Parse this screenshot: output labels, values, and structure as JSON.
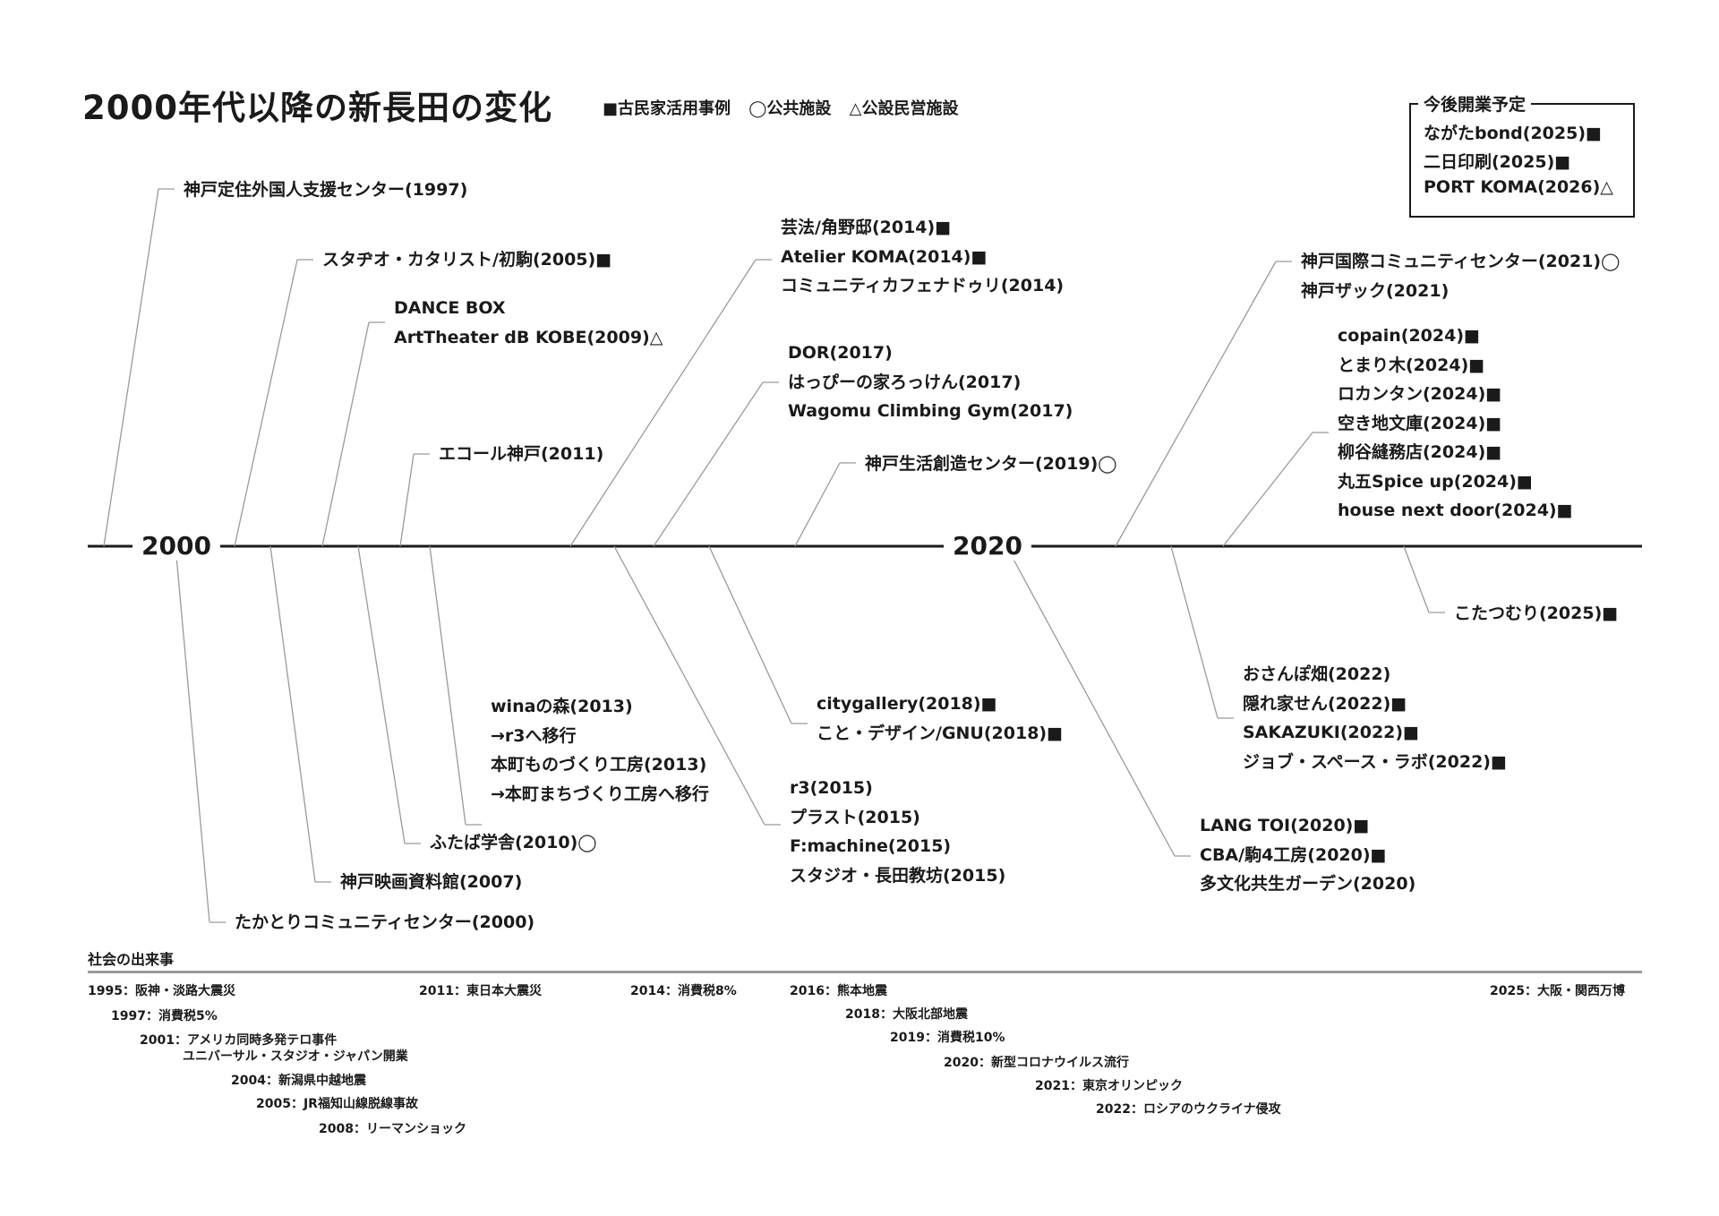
{
  "title": "2000年代以降の新長田の変化",
  "legend": {
    "text": "■古民家活用事例 ◯公共施設 △公設民営施設"
  },
  "future": {
    "heading": "今後開業予定",
    "items": [
      "ながたbond(2025)■",
      "二日印刷(2025)■",
      "PORT KOMA(2026)△"
    ]
  },
  "axis": {
    "years": [
      "2000",
      "2020"
    ]
  },
  "upper_labels": [
    [
      "神戸定住外国人支援センター(1997)"
    ],
    [
      "スタヂオ・カタリスト/初駒(2005)■"
    ],
    [
      "DANCE BOX",
      "ArtTheater dB KOBE(2009)△"
    ],
    [
      "エコール神戸(2011)"
    ],
    [
      "芸法/角野邸(2014)■",
      "Atelier KOMA(2014)■",
      "コミュニティカフェナドゥリ(2014)"
    ],
    [
      "DOR(2017)",
      "はっぴーの家ろっけん(2017)",
      "Wagomu Climbing Gym(2017)"
    ],
    [
      "神戸生活創造センター(2019)◯"
    ],
    [
      "神戸国際コミュニティセンター(2021)◯",
      "神戸ザック(2021)"
    ],
    [
      "copain(2024)■",
      "とまり木(2024)■",
      "ロカンタン(2024)■",
      "空き地文庫(2024)■",
      "柳谷縫務店(2024)■",
      "丸五Spice up(2024)■",
      "house next door(2024)■"
    ]
  ],
  "lower_labels": [
    [
      "たかとりコミュニティセンター(2000)"
    ],
    [
      "神戸映画資料館(2007)"
    ],
    [
      "ふたば学舎(2010)◯"
    ],
    [
      "winaの森(2013)",
      "→r3へ移行",
      "本町ものづくり工房(2013)",
      "→本町まちづくり工房へ移行"
    ],
    [
      "r3(2015)",
      "プラスト(2015)",
      "F:machine(2015)",
      "スタジオ・長田教坊(2015)"
    ],
    [
      "citygallery(2018)■",
      "こと・デザイン/GNU(2018)■"
    ],
    [
      "LANG TOI(2020)■",
      "CBA/駒4工房(2020)■",
      "多文化共生ガーデン(2020)"
    ],
    [
      "おさんぽ畑(2022)",
      "隠れ家せん(2022)■",
      "SAKAZUKI(2022)■",
      "ジョブ・スペース・ラボ(2022)■"
    ],
    [
      "こたつむり(2025)■"
    ]
  ],
  "events": {
    "heading": "社会の出来事",
    "items": [
      [
        "1995：阪神・淡路大震災"
      ],
      [
        "1997：消費税5%"
      ],
      [
        "2001：アメリカ同時多発テロ事件",
        "ユニバーサル・スタジオ・ジャパン開業"
      ],
      [
        "2004：新潟県中越地震"
      ],
      [
        "2005：JR福知山線脱線事故"
      ],
      [
        "2008：リーマンショック"
      ],
      [
        "2011：東日本大震災"
      ],
      [
        "2014：消費税8%"
      ],
      [
        "2016：熊本地震"
      ],
      [
        "2018：大阪北部地震"
      ],
      [
        "2019：消費税10%"
      ],
      [
        "2020：新型コロナウイルス流行"
      ],
      [
        "2021：東京オリンピック"
      ],
      [
        "2022：ロシアのウクライナ侵攻"
      ],
      [
        "2025：大阪・関西万博"
      ]
    ]
  }
}
